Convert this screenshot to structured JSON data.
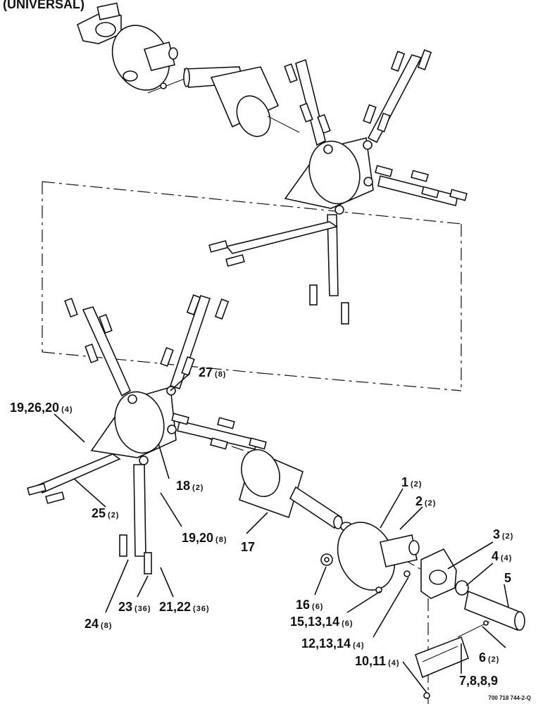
{
  "title": "(UNIVERSAL)",
  "reference": "700 718 744-2-Q",
  "callouts": [
    {
      "id": "1",
      "number": "1",
      "qty": "(2)"
    },
    {
      "id": "2",
      "number": "2",
      "qty": "(2)"
    },
    {
      "id": "3",
      "number": "3",
      "qty": "(2)"
    },
    {
      "id": "4",
      "number": "4",
      "qty": "(4)"
    },
    {
      "id": "5",
      "number": "5",
      "qty": ""
    },
    {
      "id": "6",
      "number": "6",
      "qty": "(2)"
    },
    {
      "id": "7",
      "number": "7,8,8,9",
      "qty": ""
    },
    {
      "id": "10",
      "number": "10,11",
      "qty": "(4)"
    },
    {
      "id": "12",
      "number": "12,13,14",
      "qty": "(4)"
    },
    {
      "id": "15",
      "number": "15,13,14",
      "qty": "(6)"
    },
    {
      "id": "16",
      "number": "16",
      "qty": "(6)"
    },
    {
      "id": "17",
      "number": "17",
      "qty": ""
    },
    {
      "id": "18",
      "number": "18",
      "qty": "(2)"
    },
    {
      "id": "19a",
      "number": "19,26,20",
      "qty": "(4)"
    },
    {
      "id": "19b",
      "number": "19,20",
      "qty": "(8)"
    },
    {
      "id": "21",
      "number": "21,22",
      "qty": "(36)"
    },
    {
      "id": "23",
      "number": "23",
      "qty": "(36)"
    },
    {
      "id": "24",
      "number": "24",
      "qty": "(8)"
    },
    {
      "id": "25",
      "number": "25",
      "qty": "(2)"
    },
    {
      "id": "27",
      "number": "27",
      "qty": "(8)"
    }
  ]
}
